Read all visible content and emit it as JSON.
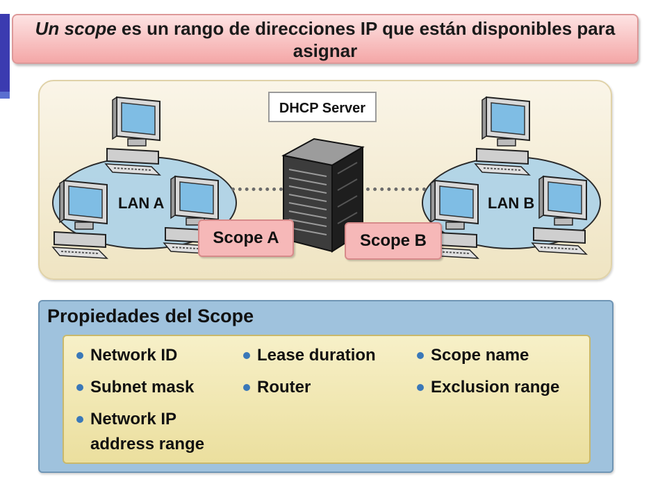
{
  "slide": {
    "banner": {
      "title_emphasis": "Un scope",
      "title_rest": "es un rango de direcciones IP que están disponibles para",
      "title_line2": "asignar"
    },
    "diagram": {
      "server_label": "DHCP Server",
      "lan_a_label": "LAN A",
      "lan_b_label": "LAN B",
      "scope_a_label": "Scope A",
      "scope_b_label": "Scope B"
    },
    "properties": {
      "title": "Propiedades del Scope",
      "items": [
        "Network ID",
        "Subnet mask",
        "Network IP",
        "address range",
        "Lease duration",
        "Router",
        "Scope name",
        "Exclusion range"
      ]
    },
    "colors": {
      "accent": "#3b3bb0",
      "banner": "#f4a7a7",
      "scope_tag": "#f6b8b8",
      "lan_ellipse": "#acd2e8",
      "props_panel": "#9fc2dd",
      "props_box": "#f2e8b6",
      "bullet": "#3a78b8"
    },
    "icons": [
      "desktop-computer-icon",
      "server-tower-icon",
      "bullet-icon"
    ]
  }
}
